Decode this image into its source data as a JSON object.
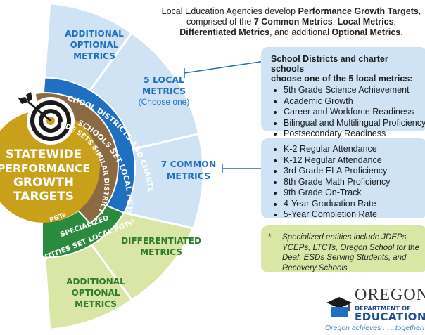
{
  "intro": {
    "line1_a": "Local Education Agencies develop ",
    "line1_b": "Performance Growth Targets",
    "line1_c": ",",
    "line2_a": "comprised of the ",
    "line2_b": "7 Common Metrics",
    "line2_c": ", ",
    "line2_d": "Local Metrics",
    "line2_e": ",",
    "line3_a": "Differentiated Metrics",
    "line3_b": ", and additional ",
    "line3_c": "Optional Metrics",
    "line3_d": "."
  },
  "center": {
    "line1": "STATEWIDE",
    "line2": "PERFORMANCE",
    "line3": "GROWTH",
    "line4": "TARGETS"
  },
  "rings": {
    "districts_charter": "SCHOOL DISTRICTS AND CHARTER",
    "schools_set": "SCHOOLS SET LOCAL PGTs",
    "ode_sets": "ODE SETS SIMILAR DISTRICT",
    "pgts": "PGTs",
    "specialized": "SPECIALIZED",
    "entities_set": "ENTITIES SET LOCAL PGTs*"
  },
  "segments": {
    "additional_top": [
      "ADDITIONAL",
      "OPTIONAL",
      "METRICS"
    ],
    "local_metrics": [
      "5 LOCAL",
      "METRICS"
    ],
    "choose_one": "(Choose one)",
    "common_metrics": [
      "7 COMMON",
      "METRICS"
    ],
    "differentiated": [
      "DIFFERENTIATED",
      "METRICS"
    ],
    "additional_bottom": [
      "ADDITIONAL",
      "OPTIONAL",
      "METRICS"
    ]
  },
  "local_box": {
    "title_line1": "School Districts and charter schools",
    "title_line2": "choose one of the 5 local metrics:",
    "items": [
      "5th Grade Science Achievement",
      "Academic Growth",
      "Career and Workforce Readiness",
      "Bilingual and Multilingual Proficiency",
      "Postsecondary Readiness"
    ]
  },
  "common_box": {
    "items": [
      "K-2 Regular Attendance",
      "K-12 Regular Attendance",
      "3rd Grade ELA Proficiency",
      "8th Grade Math Proficiency",
      "9th Grade On-Track",
      "4-Year Graduation Rate",
      "5-Year Completion Rate"
    ]
  },
  "footnote": {
    "star": "*",
    "text": "Specialized entities include JDEPs, YCEPs, LTCTs, Oregon School for the Deaf, ESDs Serving Students, and Recovery Schools"
  },
  "logo": {
    "word1": "OREGON",
    "word2": "DEPARTMENT OF",
    "word3": "EDUCATION",
    "tagline": "Oregon achieves . . . together!"
  },
  "colors": {
    "light_blue": "#cfe3f5",
    "mid_blue": "#1f70c1",
    "light_green": "#d9e6a6",
    "dark_green": "#2a8a3e",
    "brown": "#8a6a42",
    "gold": "#c8a01a",
    "text_blue": "#1f70c1",
    "text_green": "#2d7a2d"
  }
}
